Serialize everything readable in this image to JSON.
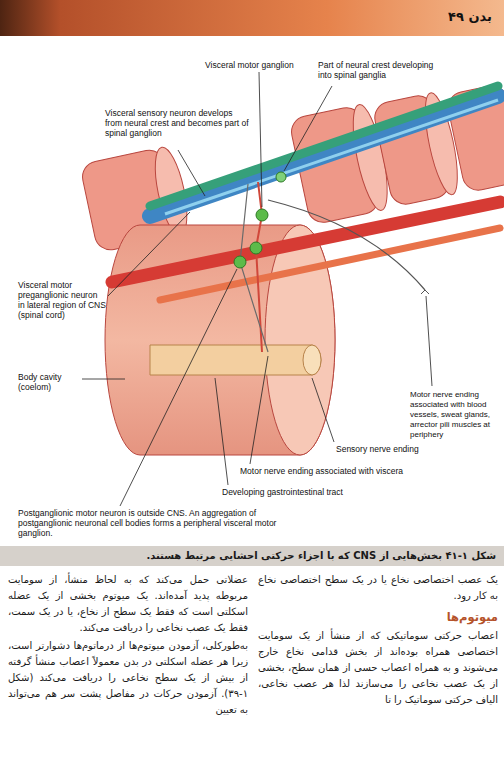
{
  "diagram": {
    "caption": "شکل ۱-۴۱ بخش‌هایی از CNS که با اجزاء حرکتی احشایی مرتبط هستند.",
    "labels": [
      "بدن ۴۹",
      "Visceral motor ganglion",
      "Part of neural crest developing into spinal ganglia",
      "Visceral sensory neuron develops from neural crest and becomes part of spinal ganglion",
      "Visceral motor preganglionic neuron in lateral region of CNS (spinal cord)",
      "Body cavity (coelom)",
      "Motor nerve ending associated with blood vessels, sweat glands, arrector pili muscles at periphery",
      "Sensory nerve ending",
      "Motor nerve ending associated with viscera",
      "Developing gastrointestinal tract",
      "Postganglionic motor neuron is outside CNS. An aggregation of postganglionic neuronal cell bodies forms a peripheral visceral motor ganglion.",
      "یک عصب اختصاصی نخاع یا در یک سطح اختصاصی نخاع به کار رود.",
      "میوتوم‌ها",
      "اعصاب حرکتی سوماتیکی که از منشأ از یک سومایت اختصاصی همراه بوده‌اند از بخش قدامی نخاع خارج می‌شوند و به همراه اعصاب حسی از همان سطح، بخشی از یک عصب نخاعی را می‌سازند لذا هر عصب نخاعی، الیاف حرکتی سوماتیک را تا",
      "عضلاتی حمل می‌کند که به لحاظ منشأ، از سومایت مربوطه پدید آمده‌اند. یک میوتوم بخشی از یک عضله اسکلتی است که فقط یک سطح از نخاع، یا در یک سمت، فقط یک عصب نخاعی را دریافت می‌کند.",
      "به‌طورکلی، آزمودن میوتوم‌ها از درماتوم‌ها دشوارتر است، زیرا هر عضله اسکلتی در بدن معمولاً اعصاب منشأ گرفته از بیش از یک سطح نخاعی را دریافت می‌کند (شکل ۱-۳۹). آزمودن حرکات در مفاصل پشت سر هم می‌تواند به تعیین"
    ]
  }
}
